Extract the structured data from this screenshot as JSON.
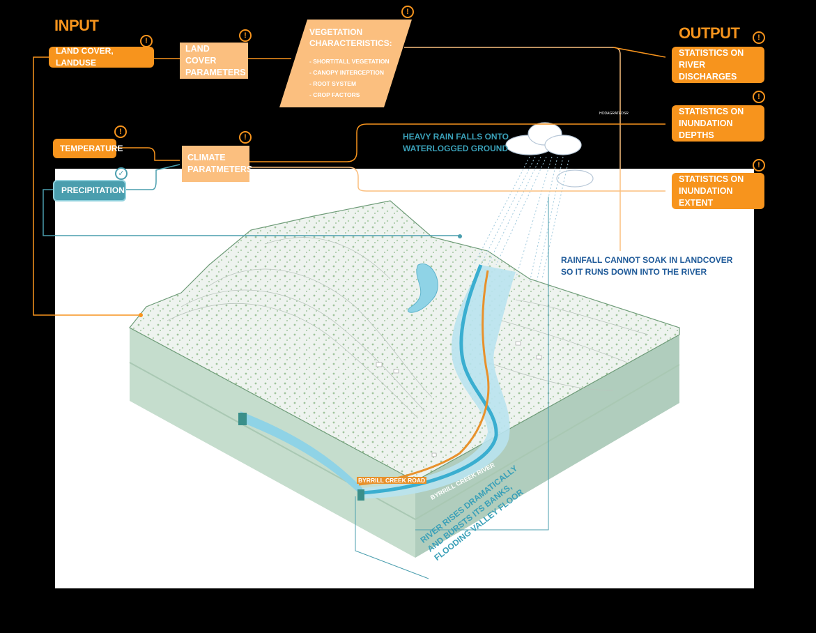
{
  "headings": {
    "input": "INPUT",
    "output": "OUTPUT"
  },
  "inputs": {
    "land_cover": "LAND COVER, LANDUSE",
    "land_cover_params": [
      "LAND COVER",
      "PARAMETERS"
    ],
    "vegetation_title": [
      "VEGETATION",
      "CHARACTERISTICS:"
    ],
    "vegetation_items": [
      "- SHORT/TALL VEGETATION",
      "- CANOPY INTERCEPTION",
      "- ROOT SYSTEM",
      "- CROP FACTORS"
    ],
    "temperature": "TEMPERATURE",
    "precipitation": "PRECIPITATION",
    "climate_params": [
      "CLIMATE",
      "PARATMETERS"
    ]
  },
  "outputs": {
    "discharges": [
      "STATISTICS ON",
      "RIVER DISCHARGES"
    ],
    "depths": [
      "STATISTICS ON",
      "INUNDATION DEPTHS"
    ],
    "extent": [
      "STATISTICS ON",
      "INUNDATION EXTENT"
    ]
  },
  "callouts": {
    "heavy_rain": [
      "HEAVY RAIN FALLS ONTO",
      "WATERLOGGED GROUND"
    ],
    "rainfall": [
      "RAINFALL CANNOT SOAK IN LANDCOVER",
      "SO IT RUNS DOWN INTO THE RIVER"
    ],
    "river_rises": [
      "RIVER RISES DRAMATICALLY",
      "AND BURSTS ITS BANKS,",
      "FLOODING VALLEY FLOOR"
    ],
    "small_label": "HODAGRATEDSR"
  },
  "map_labels": {
    "road": "BYRRILL CREEK ROAD",
    "river": "BYRRILL CREEK RIVER"
  },
  "icons": {
    "warning": "!",
    "check": "✓"
  },
  "colors": {
    "orange": "#f7941d",
    "light_orange": "#fbbf7f",
    "teal": "#4a9eae",
    "blue_text": "#1f5a99",
    "background": "#000000"
  }
}
